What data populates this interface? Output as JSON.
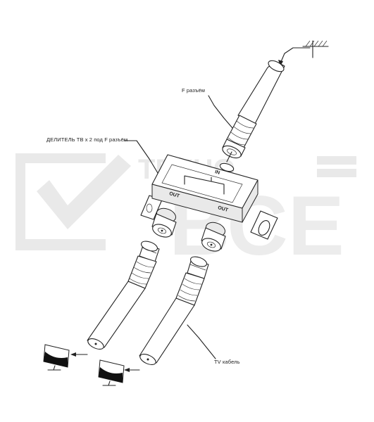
{
  "labels": {
    "f_connector": "F разъём",
    "splitter": "ДЕЛИТЕЛЬ ТВ x 2 под F разъём",
    "tv_cable": "TV кабель"
  },
  "ports": {
    "in": "IN",
    "out_left": "OUT",
    "out_right": "OUT"
  },
  "watermark": {
    "text_top": "ТЕХНО",
    "text_bottom": "ВСЕ",
    "color": "#e6e6e6"
  },
  "colors": {
    "line": "#222222",
    "background": "#ffffff"
  }
}
